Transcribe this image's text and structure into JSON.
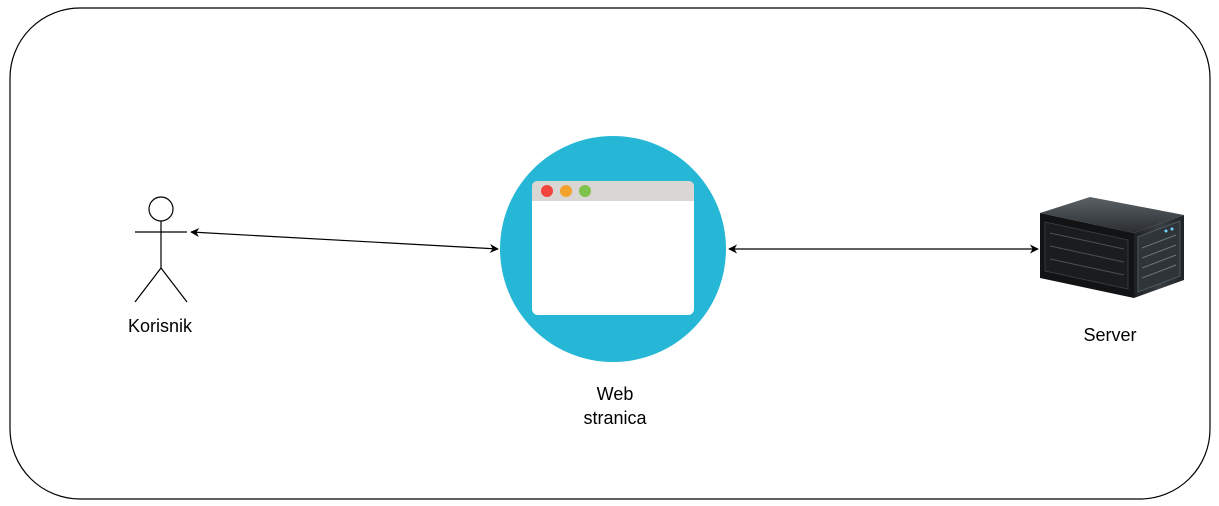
{
  "nodes": {
    "user": {
      "label": "Korisnik",
      "icon": "user-actor-icon"
    },
    "web": {
      "label_line1": "Web",
      "label_line2": "stranica",
      "icon": "browser-window-icon"
    },
    "server": {
      "label": "Server",
      "icon": "server-icon"
    }
  },
  "colors": {
    "circle": "#27b7d6",
    "window_bar": "#d9d6d3",
    "dot_red": "#f0443c",
    "dot_orange": "#f3a32d",
    "dot_green": "#7dc34c",
    "stroke": "#000000"
  }
}
